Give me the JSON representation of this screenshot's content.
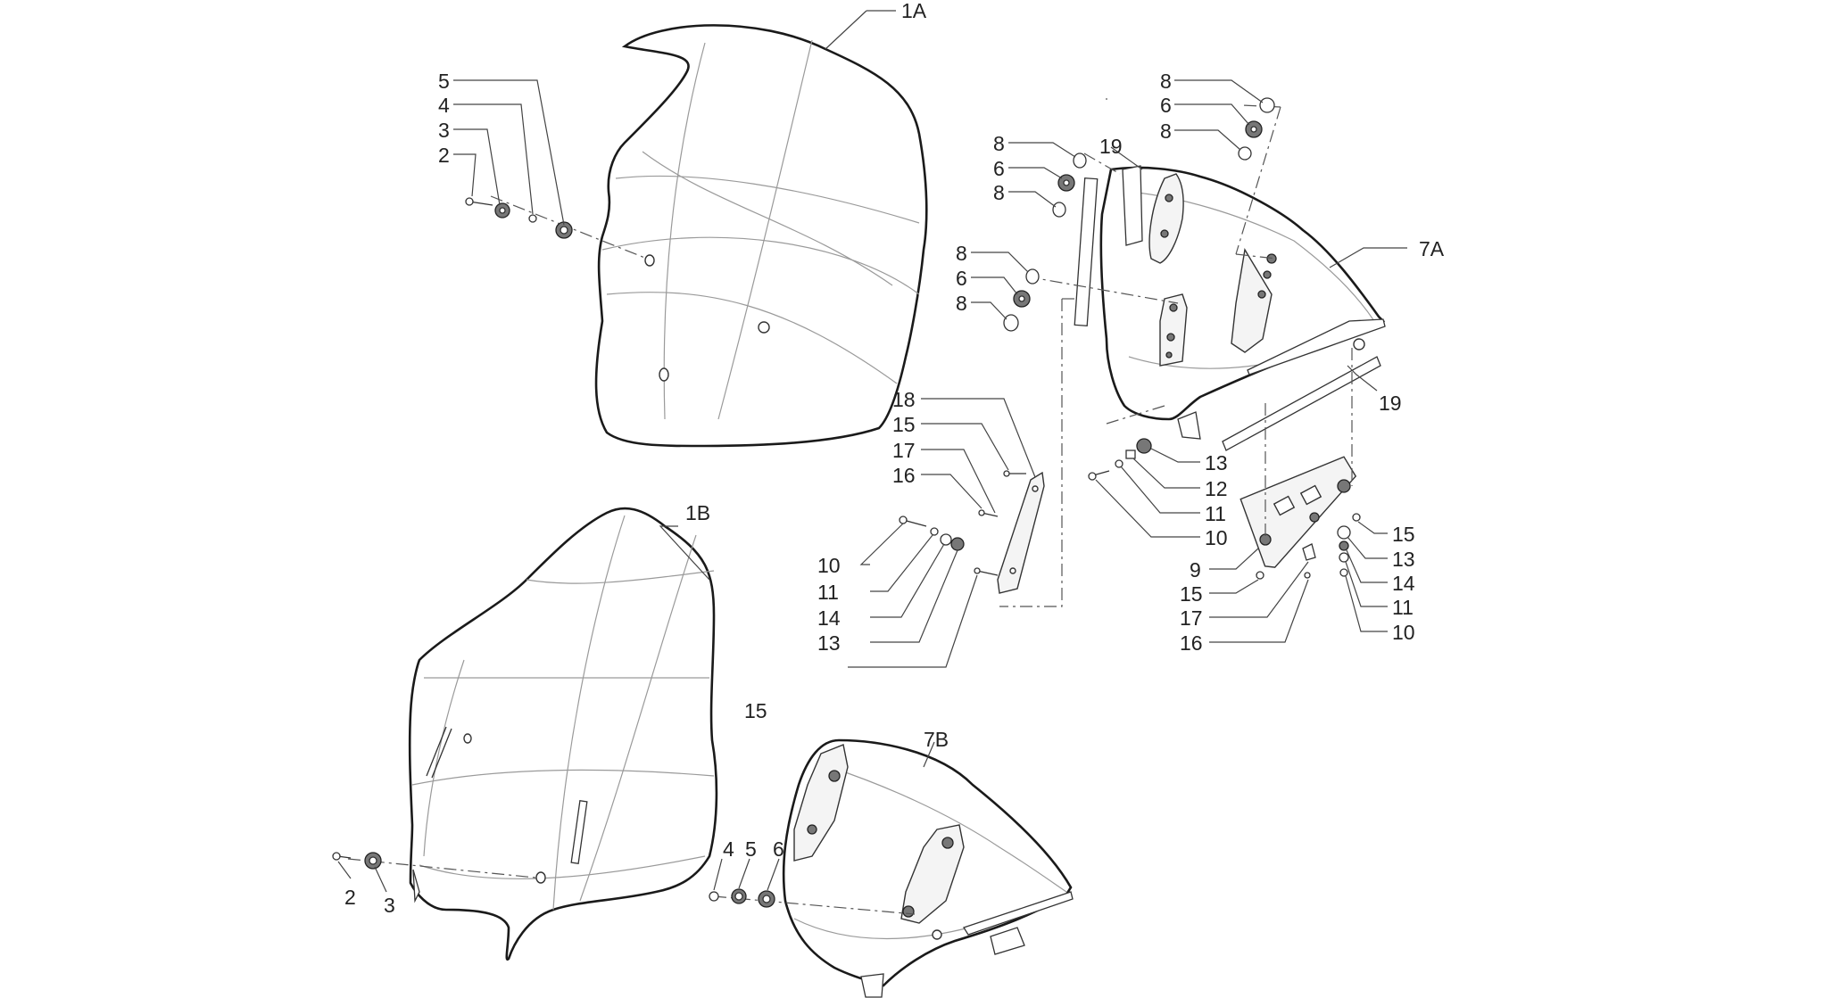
{
  "labels": {
    "p1A": "1A",
    "p1B": "1B",
    "p7A": "7A",
    "p7B": "7B",
    "tl5": "5",
    "tl4": "4",
    "tl3": "3",
    "tl2": "2",
    "tc8a": "8",
    "tc6a": "6",
    "tc8b": "8",
    "tc8c": "8",
    "tc6b": "6",
    "tc8d": "8",
    "tr8a": "8",
    "tr6": "6",
    "tr8b": "8",
    "tr19a": "19",
    "tr19b": "19",
    "r13": "13",
    "r12": "12",
    "r11": "11",
    "r10": "10",
    "r9": "9",
    "r15a": "15",
    "r17": "17",
    "r16": "16",
    "rr15": "15",
    "rr13": "13",
    "rr14": "14",
    "rr11": "11",
    "rr10": "10",
    "c18": "18",
    "c15": "15",
    "c17": "17",
    "c16": "16",
    "c10": "10",
    "c11": "11",
    "c14": "14",
    "c13": "13",
    "mid15": "15",
    "bl2": "2",
    "bl3": "3",
    "bm4": "4",
    "bm5": "5",
    "bm6": "6"
  }
}
